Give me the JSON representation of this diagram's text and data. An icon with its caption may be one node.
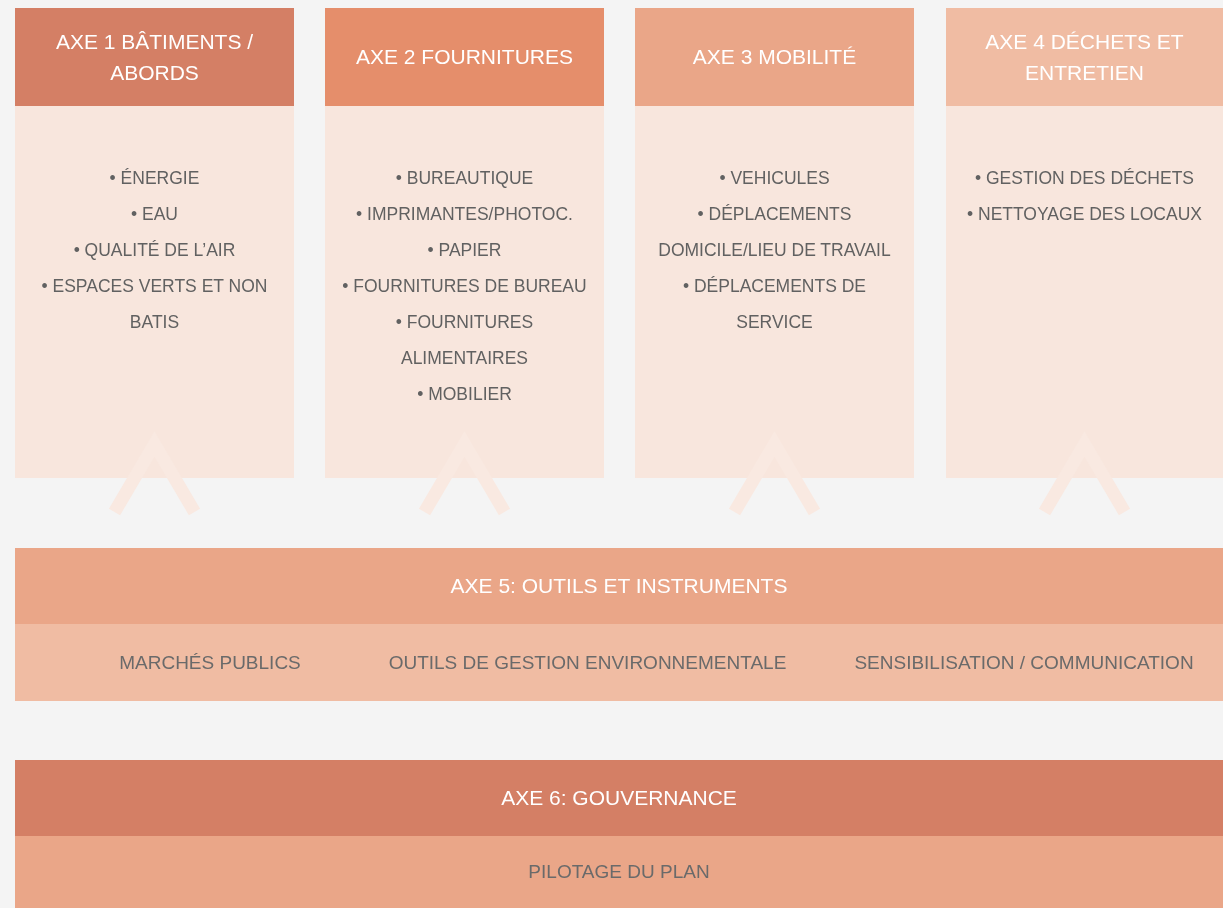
{
  "diagram": {
    "nodes": [
      {
        "text": [
          "AXE 1 BÂTIMENTS / ABORDS",
          "• ÉNERGIE",
          "• EAU",
          "• QUALITÉ DE L’AIR",
          "• ESPACES VERTS ET NON BATIS"
        ]
      },
      {
        "text": [
          "AXE 2 FOURNITURES",
          "• BUREAUTIQUE",
          "• IMPRIMANTES/PHOTOC.",
          "• PAPIER",
          "• FOURNITURES DE BUREAU",
          "• FOURNITURES ALIMENTAIRES",
          "• MOBILIER"
        ]
      },
      {
        "text": [
          "AXE 3 MOBILITÉ",
          "• VEHICULES",
          "• DÉPLACEMENTS DOMICILE/LIEU DE TRAVAIL",
          "• DÉPLACEMENTS DE SERVICE"
        ]
      },
      {
        "text": [
          "AXE 4 DÉCHETS ET ENTRETIEN",
          "• GESTION DES DÉCHETS",
          "• NETTOYAGE DES LOCAUX"
        ]
      },
      {
        "text": [
          "AXE 5: OUTILS ET INSTRUMENTS",
          "MARCHÉS PUBLICS",
          "OUTILS DE GESTION ENVIRONNEMENTALE",
          "SENSIBILISATION / COMMUNICATION"
        ]
      },
      {
        "text": [
          "AXE 6: GOUVERNANCE",
          "PILOTAGE DU PLAN"
        ]
      }
    ]
  }
}
